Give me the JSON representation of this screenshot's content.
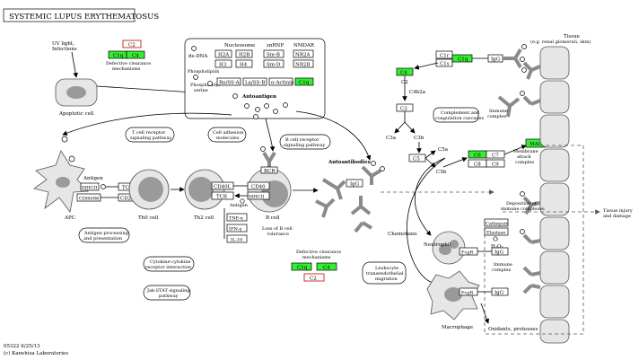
{
  "title": "SYSTEMIC LUPUS ERYTHEMATOSUS",
  "footer": {
    "code": "05322 6/25/13",
    "copyright": "(c) Kanehisa Laboratories"
  },
  "colors": {
    "gene_found": "#33ee33",
    "compound_box_border": "#c00000",
    "antibody": "#8a8a8a",
    "cell_fill": "#e6e6e6"
  },
  "left": {
    "uv": [
      "UV light,",
      "Infections"
    ],
    "apoptotic_cell": "Apoptotic cell",
    "c2": "C2",
    "c1q_pair": [
      "C1q",
      "C4"
    ],
    "defective_clearance": [
      "Defective clearance",
      "mechanisms"
    ]
  },
  "autoantigen_panel": {
    "nucleosome": "Nucleosome",
    "snrnp": "snRNP",
    "nmdar": "NMDAR",
    "dsdna": "ds-DNA",
    "phospholipids": "Phospholipids",
    "phosphatidylserine": [
      "Phosphatidyl-",
      "serine"
    ],
    "autoantigen": "Autoantigen",
    "h2a": "H2A",
    "h2b": "H2B",
    "sm_b": "Sm-B",
    "nr2a": "NR2A",
    "h3": "H3",
    "h4": "H4",
    "sm_d": "Sm-D",
    "nr2b": "NR2B",
    "ro_ss_a": "Ro/SS-A",
    "la_ss_b": "La/SS-B",
    "a_actinin": "α-Actinin",
    "c1q": "C1q"
  },
  "immune": {
    "apc": "APC",
    "antigen": "Antigen",
    "mhcii": "MHCII",
    "tcr": "TCR",
    "cd80": "CD80/86",
    "cd28": "CD28",
    "th0_cell": "Th0 cell",
    "th2_cell": "Th2 cell",
    "b_cell": "B cell",
    "cd40l": "CD40L",
    "cd40": "CD40",
    "tcr2": "TCR",
    "mhcii2": "MHCII",
    "antigen2": "Antigen",
    "bcr": "BCR",
    "tnf": "TNF-α",
    "ifn": "IFN-γ",
    "il10": "IL-10",
    "loss_tolerance": [
      "Loss of B cell",
      "tolerance"
    ],
    "tcr_pathway": [
      "T cell receptor",
      "signaling pathway"
    ],
    "cam": [
      "Cell adhesion",
      "molecules"
    ],
    "bcr_pathway": [
      "B cell receptor",
      "signaling pathway"
    ],
    "antigen_processing": [
      "Antigen processing",
      "and presentation"
    ],
    "cytokine": [
      "Cytokine-cytokine",
      "receptor interaction"
    ],
    "jak_stat": [
      "Jak-STAT signaling",
      "pathway"
    ]
  },
  "center": {
    "autoantibodies": "Autoantibodies",
    "igg": "IgG",
    "defective_clearance2": [
      "Defective clearance",
      "mechanisms"
    ],
    "c1q_b": "C1q",
    "c4_b": "C4",
    "c2_b": "C2",
    "leukocyte": [
      "Leukocyte",
      "transendothelial",
      "migration"
    ],
    "chemotaxis": "Chemotaxis"
  },
  "complement": {
    "c1r": "C1r",
    "c1s": "C1s",
    "c1q": "C1q",
    "igg": "IgG",
    "c4": "C4",
    "c2": "C2",
    "c4b2a": "C4b2a",
    "c3": "C3",
    "c3a": "C3a",
    "c3b": "C3b",
    "c5": "C5",
    "c5a": "C5a",
    "c5b": "C5b",
    "cascade": [
      "Complement and",
      "coagulation cascades"
    ],
    "immune_complex": [
      "Immune",
      "complex"
    ],
    "mac": "MAC",
    "c6": "C6",
    "c7": "C7",
    "c8": "C8",
    "c9": "C9",
    "membrane_attack": [
      "Membrane",
      "attack",
      "complex"
    ]
  },
  "right": {
    "tissue": [
      "Tissue",
      "(e.g. renal glomeruli, skin)"
    ],
    "deposition": [
      "Deposition of",
      "immune complexes"
    ],
    "injury": [
      "Tissue injury",
      "and damage"
    ],
    "neutrophil": "Neutrophil",
    "cathepsin": "Cathepsin",
    "elastase": "Elastase",
    "h2o2": "H₂O₂",
    "fcgr": "FcgR",
    "igg_n": "IgG",
    "immune_complex2": [
      "Immune",
      "complex"
    ],
    "fcgr2": "FcgR",
    "igg_m": "IgG",
    "macrophage": "Macrophage",
    "oxidants": "Oxidants, proteases"
  }
}
